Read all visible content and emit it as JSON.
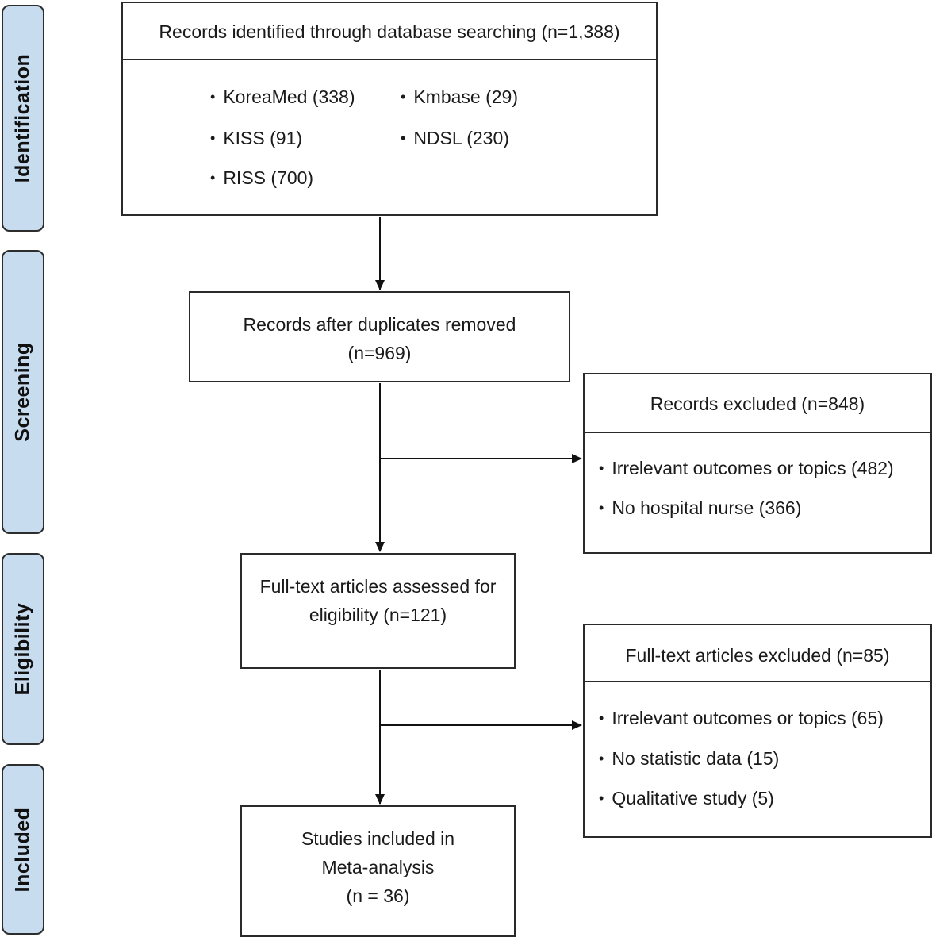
{
  "stages": {
    "identification": "Identification",
    "screening": "Screening",
    "eligibility": "Eligibility",
    "included": "Included"
  },
  "identified": {
    "header": "Records identified through database searching (n=1,388)",
    "sources": [
      "KoreaMed (338)",
      "Kmbase (29)",
      "KISS (91)",
      "NDSL (230)",
      "RISS (700)"
    ]
  },
  "after_duplicates": {
    "line1": "Records after duplicates removed",
    "line2": "(n=969)"
  },
  "records_excluded": {
    "header": "Records excluded (n=848)",
    "reasons": [
      "Irrelevant outcomes or topics (482)",
      "No hospital nurse (366)"
    ]
  },
  "full_text_assessed": {
    "line1": "Full-text articles assessed for",
    "line2": "eligibility (n=121)"
  },
  "full_text_excluded": {
    "header": "Full-text articles excluded (n=85)",
    "reasons": [
      "Irrelevant outcomes or topics (65)",
      "No statistic data (15)",
      "Qualitative study (5)"
    ]
  },
  "included_studies": {
    "line1": "Studies included in",
    "line2": "Meta-analysis",
    "line3": "(n = 36)"
  }
}
